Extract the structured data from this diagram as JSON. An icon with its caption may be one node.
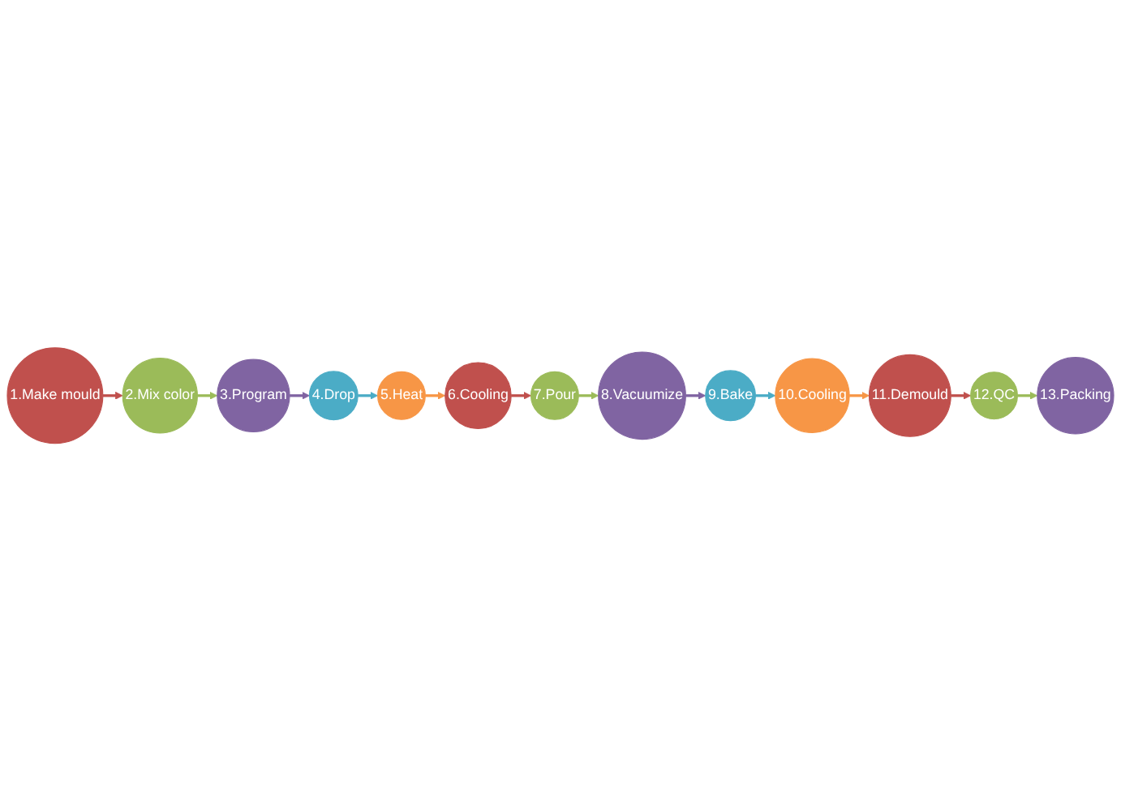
{
  "diagram": {
    "nodes": [
      {
        "text": [
          "1.Make mould"
        ]
      },
      {
        "text": [
          "2.Mix color"
        ]
      },
      {
        "text": [
          "3.Program"
        ]
      },
      {
        "text": [
          "4.Drop"
        ]
      },
      {
        "text": [
          "5.Heat"
        ]
      },
      {
        "text": [
          "6.Cooling"
        ]
      },
      {
        "text": [
          "7.Pour"
        ]
      },
      {
        "text": [
          "8.Vacuumize"
        ]
      },
      {
        "text": [
          "9.Bake"
        ]
      },
      {
        "text": [
          "10.Cooling"
        ]
      },
      {
        "text": [
          "11.Demould"
        ]
      },
      {
        "text": [
          "12.QC"
        ]
      },
      {
        "text": [
          "13.Packing"
        ]
      }
    ],
    "edges": [
      {
        "from": 0,
        "to": 1,
        "arrow": "to",
        "color": "#c0504d"
      },
      {
        "from": 1,
        "to": 2,
        "arrow": "to",
        "color": "#9bbb59"
      },
      {
        "from": 2,
        "to": 3,
        "arrow": "to",
        "color": "#8064a2"
      },
      {
        "from": 3,
        "to": 4,
        "arrow": "to",
        "color": "#4bacc6"
      },
      {
        "from": 4,
        "to": 5,
        "arrow": "to",
        "color": "#f79646"
      },
      {
        "from": 5,
        "to": 6,
        "arrow": "to",
        "color": "#c0504d"
      },
      {
        "from": 6,
        "to": 7,
        "arrow": "to",
        "color": "#9bbb59"
      },
      {
        "from": 7,
        "to": 8,
        "arrow": "to",
        "color": "#8064a2"
      },
      {
        "from": 8,
        "to": 9,
        "arrow": "to",
        "color": "#4bacc6"
      },
      {
        "from": 9,
        "to": 10,
        "arrow": "to",
        "color": "#f79646"
      },
      {
        "from": 10,
        "to": 11,
        "arrow": "to",
        "color": "#c0504d"
      },
      {
        "from": 11,
        "to": 12,
        "arrow": "to",
        "color": "#9bbb59"
      }
    ]
  }
}
